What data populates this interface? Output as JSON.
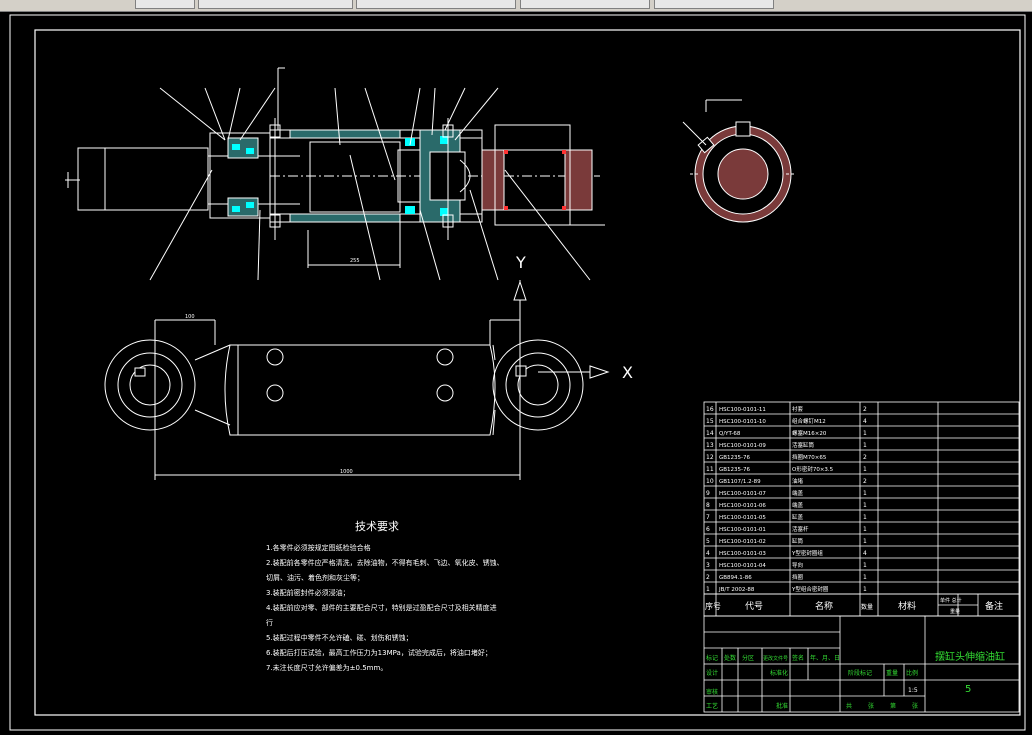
{
  "toolbar": {
    "tabs": [
      "",
      "",
      "",
      "",
      ""
    ]
  },
  "axes": {
    "y": "Y",
    "x": "X"
  },
  "tech": {
    "title": "技术要求",
    "lines": [
      "1.各零件必须按规定图纸检验合格",
      "2.装配前各零件应严格清洗，去除油物，不得有毛刺、飞边、氧化皮、锈蚀、",
      "切屑、油污、着色剂和灰尘等；",
      "3.装配前密封件必须浸油；",
      "4.装配前应对零、部件的主要配合尺寸，特别是过盈配合尺寸及相关精度进",
      "行",
      "5.装配过程中零件不允许磕、碰、划伤和锈蚀；",
      "6.装配后打压试验，最高工作压力为13MPa，试验完成后，将油口堵好；",
      "7.未注长度尺寸允许偏差为±0.5mm。"
    ]
  },
  "bom": {
    "rows": [
      {
        "no": "16",
        "code": "HSC100-0101-11",
        "name": "衬套",
        "qty": "2"
      },
      {
        "no": "15",
        "code": "HSC100-0101-10",
        "name": "组合螺钉M12",
        "qty": "4"
      },
      {
        "no": "14",
        "code": "Q/YT-68",
        "name": "螺塞M16×20",
        "qty": "1"
      },
      {
        "no": "13",
        "code": "HSC100-0101-09",
        "name": "活塞缸筒",
        "qty": "1"
      },
      {
        "no": "12",
        "code": "GB1235-76",
        "name": "挡圈M70×65",
        "qty": "2"
      },
      {
        "no": "11",
        "code": "GB1235-76",
        "name": "O形密封70×3.5",
        "qty": "1"
      },
      {
        "no": "10",
        "code": "GB1107/1.2-89",
        "name": "油堵",
        "qty": "2"
      },
      {
        "no": "9",
        "code": "HSC100-0101-07",
        "name": "端盖",
        "qty": "1"
      },
      {
        "no": "8",
        "code": "HSC100-0101-06",
        "name": "端盖",
        "qty": "1"
      },
      {
        "no": "7",
        "code": "HSC100-0101-05",
        "name": "缸盖",
        "qty": "1"
      },
      {
        "no": "6",
        "code": "HSC100-0101-01",
        "name": "活塞杆",
        "qty": "1"
      },
      {
        "no": "5",
        "code": "HSC100-0101-02",
        "name": "缸筒",
        "qty": "1"
      },
      {
        "no": "4",
        "code": "HSC100-0101-03",
        "name": "Y型密封圈组",
        "qty": "4"
      },
      {
        "no": "3",
        "code": "HSC100-0101-04",
        "name": "导向",
        "qty": "1"
      },
      {
        "no": "2",
        "code": "GB894.1-86",
        "name": "挡圈",
        "qty": "1"
      },
      {
        "no": "1",
        "code": "JB/T 2002-88",
        "name": "Y型组合密封圈",
        "qty": "1"
      }
    ],
    "header": {
      "no": "序号",
      "code": "代号",
      "name": "名称",
      "qty": "数量",
      "mat": "材料",
      "weight": "单件 总计",
      "weight_sub": "重量",
      "remark": "备注"
    }
  },
  "titleblock": {
    "title": "摆缸头伸缩油缸",
    "drawing_no": "5",
    "scale": "1:5",
    "labels": {
      "mark": "标记",
      "count": "处数",
      "zone": "分区",
      "doc": "更改文件号",
      "sign": "签名",
      "date": "年、月、日",
      "design": "设计",
      "std": "标准化",
      "stage": "阶段标记",
      "weight": "重量",
      "ratio": "比例",
      "check": "审核",
      "process": "工艺",
      "approve": "批准",
      "total": "共",
      "sheets": "张",
      "page": "第",
      "sheet2": "张"
    }
  }
}
